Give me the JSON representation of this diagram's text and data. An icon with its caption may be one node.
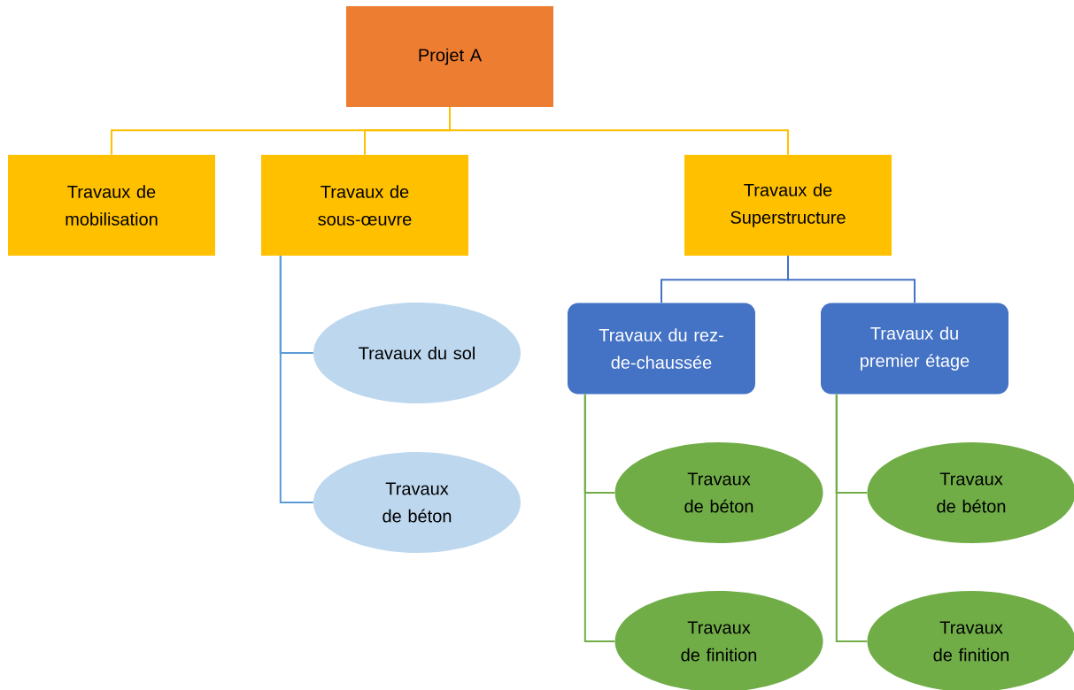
{
  "diagram": {
    "nodes": [
      {
        "text": [
          "Projet A"
        ]
      },
      {
        "text": [
          "Travaux de mobilisation"
        ]
      },
      {
        "text": [
          "Travaux de sous-œuvre"
        ]
      },
      {
        "text": [
          "Travaux de Superstructure"
        ]
      },
      {
        "text": [
          "Travaux du sol"
        ]
      },
      {
        "text": [
          "Travaux de béton"
        ]
      },
      {
        "text": [
          "Travaux du rez-de-chaussée"
        ]
      },
      {
        "text": [
          "Travaux du premier étage"
        ]
      },
      {
        "text": [
          "Travaux de béton"
        ]
      },
      {
        "text": [
          "Travaux de finition"
        ]
      },
      {
        "text": [
          "Travaux de béton"
        ]
      },
      {
        "text": [
          "Travaux de finition"
        ]
      }
    ],
    "edges": [
      {
        "from": 0,
        "to": 1,
        "arrow": "none",
        "color": "#ffc000"
      },
      {
        "from": 0,
        "to": 2,
        "arrow": "none",
        "color": "#ffc000"
      },
      {
        "from": 0,
        "to": 3,
        "arrow": "none",
        "color": "#ffc000"
      },
      {
        "from": 2,
        "to": 4,
        "arrow": "none",
        "color": "#5b9bd5"
      },
      {
        "from": 2,
        "to": 5,
        "arrow": "none",
        "color": "#5b9bd5"
      },
      {
        "from": 3,
        "to": 6,
        "arrow": "none",
        "color": "#4472c4"
      },
      {
        "from": 3,
        "to": 7,
        "arrow": "none",
        "color": "#4472c4"
      },
      {
        "from": 6,
        "to": 8,
        "arrow": "none",
        "color": "#70ad47"
      },
      {
        "from": 6,
        "to": 9,
        "arrow": "none",
        "color": "#70ad47"
      },
      {
        "from": 7,
        "to": 10,
        "arrow": "none",
        "color": "#70ad47"
      },
      {
        "from": 7,
        "to": 11,
        "arrow": "none",
        "color": "#70ad47"
      }
    ]
  }
}
